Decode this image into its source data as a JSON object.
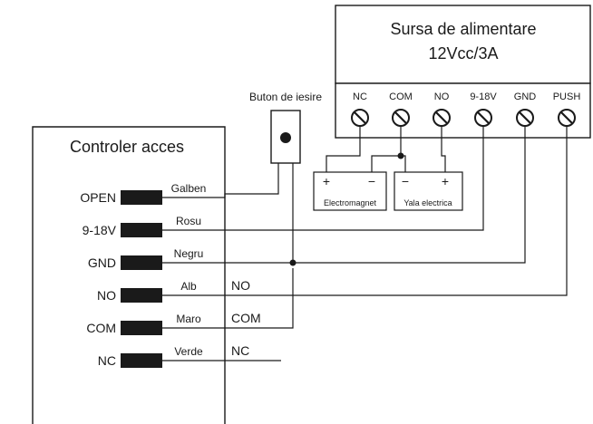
{
  "power_supply": {
    "title": "Sursa de alimentare",
    "rating": "12Vcc/3A",
    "terminals": [
      {
        "id": "nc",
        "label": "NC"
      },
      {
        "id": "com",
        "label": "COM"
      },
      {
        "id": "no",
        "label": "NO"
      },
      {
        "id": "v918",
        "label": "9-18V"
      },
      {
        "id": "gnd",
        "label": "GND"
      },
      {
        "id": "push",
        "label": "PUSH"
      }
    ]
  },
  "exit_button": {
    "label": "Buton de iesire"
  },
  "controller": {
    "title": "Controler acces",
    "pins": [
      {
        "id": "open",
        "label": "OPEN",
        "wire": "Galben",
        "out_label": ""
      },
      {
        "id": "v918",
        "label": "9-18V",
        "wire": "Rosu",
        "out_label": ""
      },
      {
        "id": "gnd",
        "label": "GND",
        "wire": "Negru",
        "out_label": ""
      },
      {
        "id": "no",
        "label": "NO",
        "wire": "Alb",
        "out_label": "NO"
      },
      {
        "id": "com",
        "label": "COM",
        "wire": "Maro",
        "out_label": "COM"
      },
      {
        "id": "nc",
        "label": "NC",
        "wire": "Verde",
        "out_label": "NC"
      }
    ]
  },
  "loads": {
    "electromagnet": {
      "label": "Electromagnet",
      "plus": "+",
      "minus": "−"
    },
    "yala": {
      "label": "Yala electrica",
      "plus": "+",
      "minus": "−"
    }
  }
}
